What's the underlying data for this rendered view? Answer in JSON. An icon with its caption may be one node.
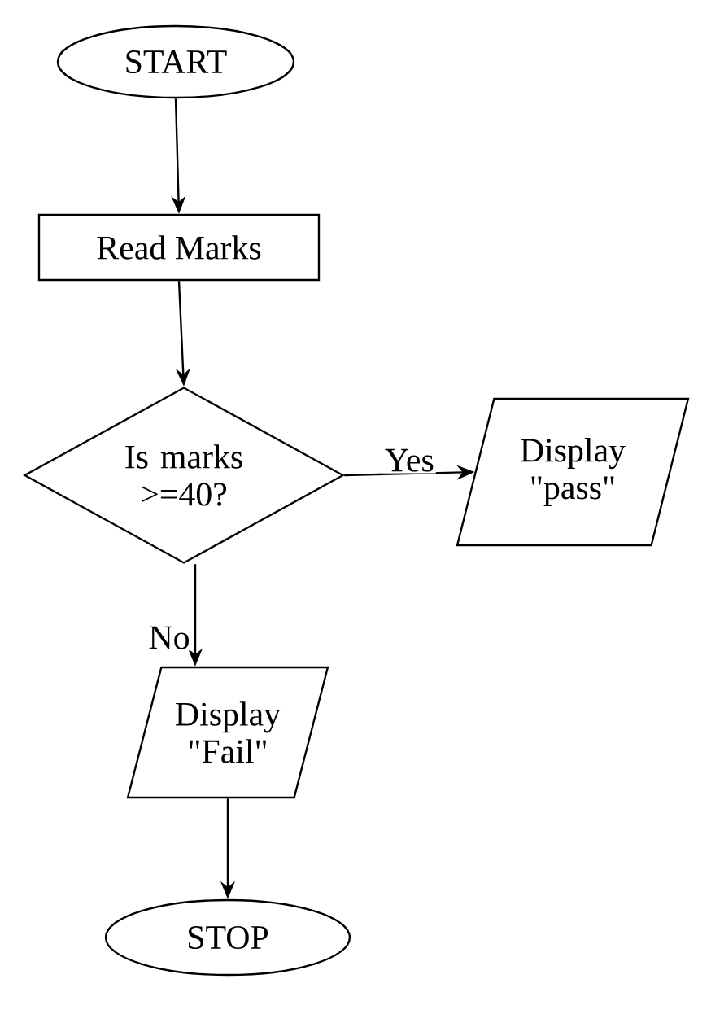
{
  "diagram": {
    "nodes": [
      {
        "text": [
          "START"
        ]
      },
      {
        "text": [
          "Read Marks"
        ]
      },
      {
        "text": [
          "Is marks >=40?"
        ]
      },
      {
        "text": [
          "Display \"pass\""
        ]
      },
      {
        "text": [
          "Display \"Fail\""
        ]
      },
      {
        "text": [
          "STOP"
        ]
      }
    ],
    "edges": [
      {
        "from": 0,
        "to": 1,
        "arrow": "to"
      },
      {
        "from": 1,
        "to": 2,
        "arrow": "to"
      },
      {
        "from": 2,
        "to": 3,
        "arrow": "to",
        "label": "Yes"
      },
      {
        "from": 2,
        "to": 4,
        "arrow": "to",
        "label": "No"
      },
      {
        "from": 4,
        "to": 5,
        "arrow": "to"
      }
    ]
  }
}
